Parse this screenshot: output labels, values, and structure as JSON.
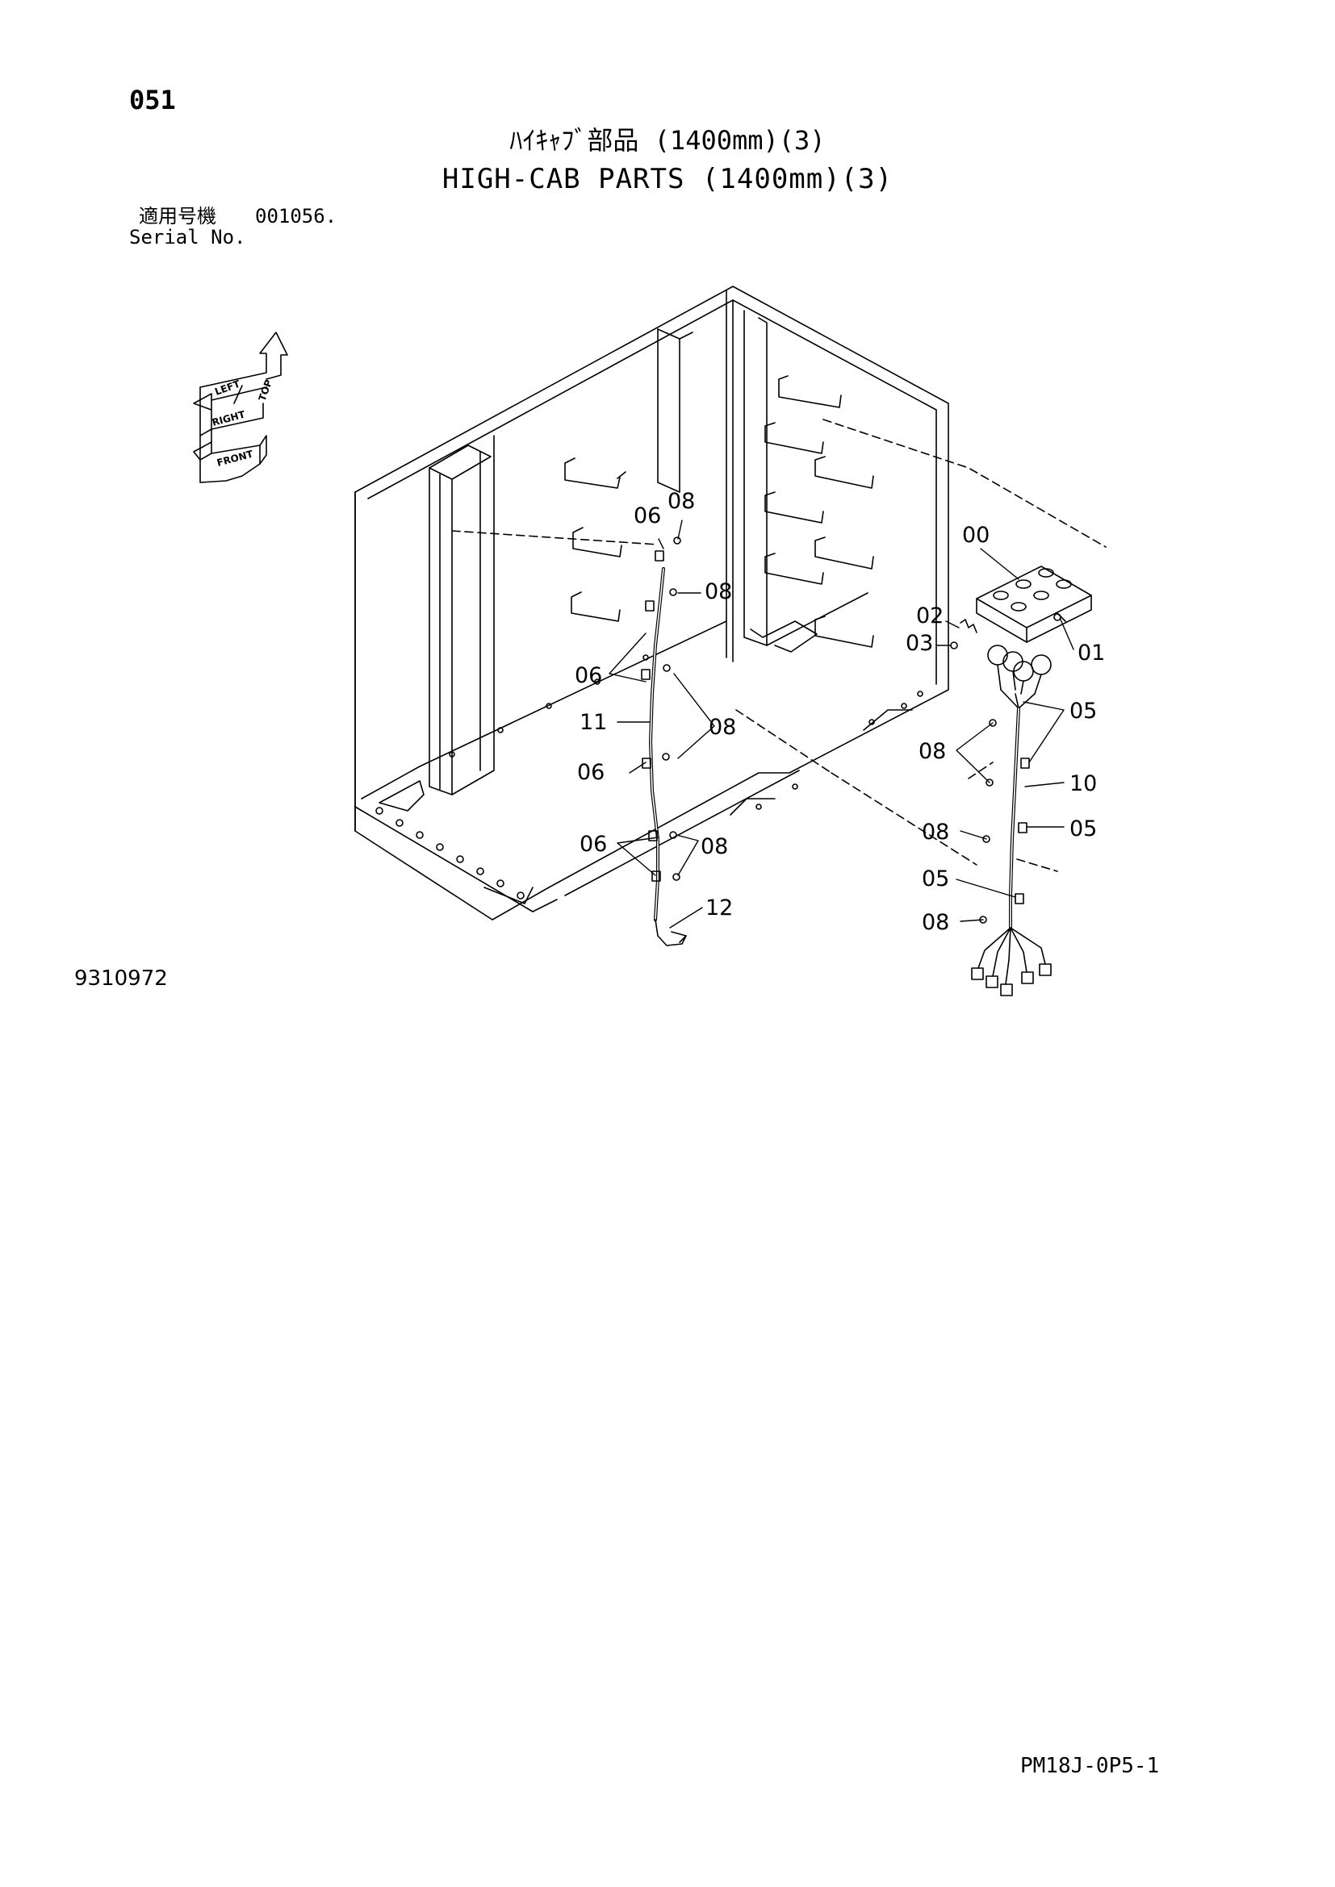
{
  "header": {
    "page_number": "051",
    "title_japanese": "ﾊｲｷｬﾌﾞ部品 (1400mm)(3)",
    "title_english": "HIGH-CAB PARTS (1400mm)(3)",
    "serial_label_japanese": "適用号機",
    "serial_value": "001056.",
    "serial_label_english": "Serial No."
  },
  "orientation_icon": {
    "labels": [
      "TOP",
      "LEFT",
      "RIGHT",
      "FRONT"
    ]
  },
  "callouts": [
    {
      "label": "06"
    },
    {
      "label": "08"
    },
    {
      "label": "08"
    },
    {
      "label": "06"
    },
    {
      "label": "11"
    },
    {
      "label": "08"
    },
    {
      "label": "06"
    },
    {
      "label": "06"
    },
    {
      "label": "08"
    },
    {
      "label": "12"
    },
    {
      "label": "00"
    },
    {
      "label": "02"
    },
    {
      "label": "03"
    },
    {
      "label": "01"
    },
    {
      "label": "05"
    },
    {
      "label": "08"
    },
    {
      "label": "10"
    },
    {
      "label": "08"
    },
    {
      "label": "05"
    },
    {
      "label": "05"
    },
    {
      "label": "08"
    }
  ],
  "footer": {
    "drawing_number": "9310972",
    "page_code": "PM18J-0P5-1"
  }
}
